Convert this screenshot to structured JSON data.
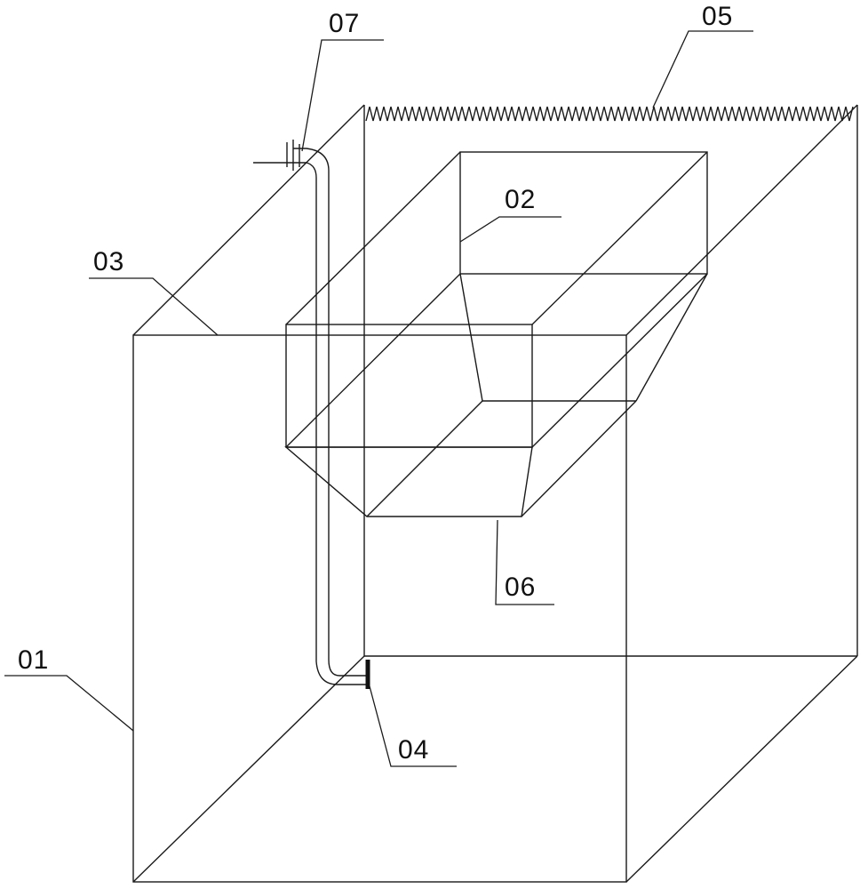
{
  "labels": {
    "part_01": "01",
    "part_02": "02",
    "part_03": "03",
    "part_04": "04",
    "part_05": "05",
    "part_06": "06",
    "part_07": "07"
  },
  "colors": {
    "line": "#1a1a1a",
    "text": "#111111",
    "background": "#ffffff"
  }
}
